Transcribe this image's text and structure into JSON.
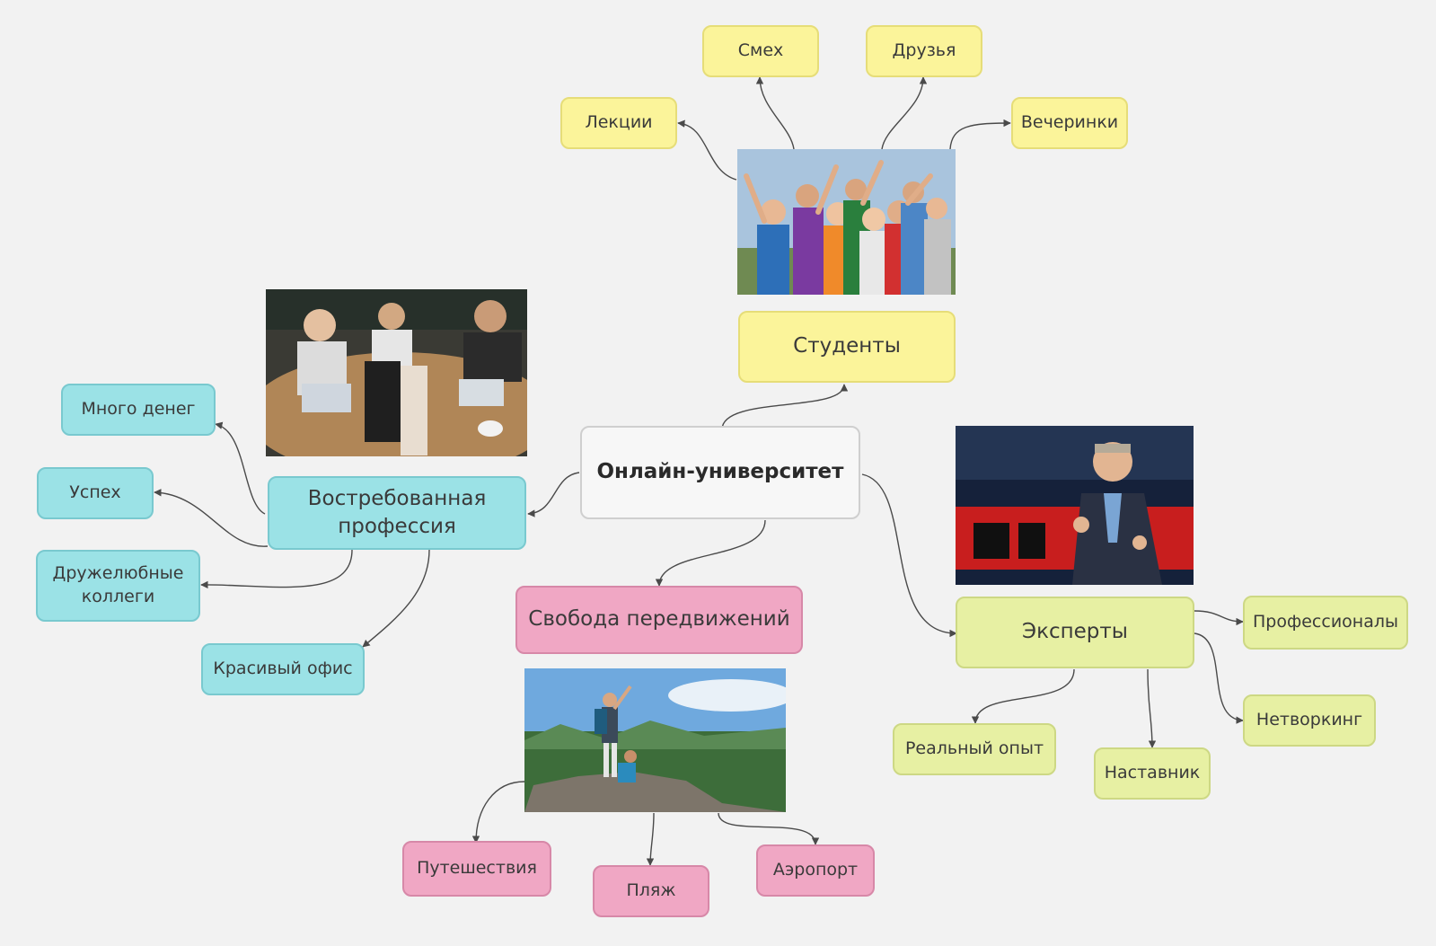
{
  "center": {
    "label": "Онлайн-университет"
  },
  "students": {
    "label": "Студенты",
    "children": [
      "Лекции",
      "Смех",
      "Друзья",
      "Вечеринки"
    ]
  },
  "profession": {
    "label": "Востребованная\nпрофессия",
    "children": [
      "Много денег",
      "Успех",
      "Дружелюбные\nколлеги",
      "Красивый офис"
    ]
  },
  "freedom": {
    "label": "Свобода передвижений",
    "children": [
      "Путешествия",
      "Пляж",
      "Аэропорт"
    ]
  },
  "experts": {
    "label": "Эксперты",
    "children": [
      "Профессионалы",
      "Нетворкинг",
      "Реальный опыт",
      "Наставник"
    ]
  },
  "colors": {
    "background": "#f2f2f2",
    "students": "#fbf49a",
    "profession": "#9be2e6",
    "freedom": "#f0a7c4",
    "experts": "#e7f0a3",
    "center": "#f7f7f7"
  }
}
